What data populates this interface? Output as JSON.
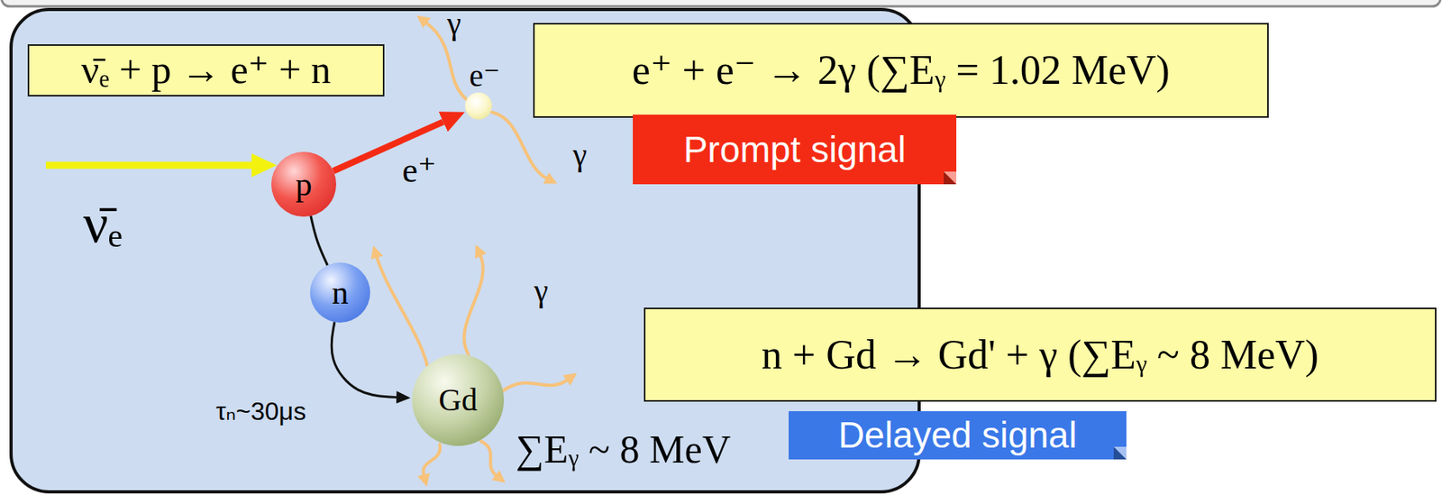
{
  "diagram": {
    "nodes": [
      {
        "text": [
          "ν̄ₑ + p → e⁺ + n"
        ]
      },
      {
        "text": [
          "e⁻"
        ]
      },
      {
        "text": [
          "e⁺ + e⁻ → 2γ (∑Eᵧ = 1.02 MeV)"
        ]
      },
      {
        "text": [
          "Prompt signal"
        ]
      },
      {
        "text": [
          "p"
        ]
      },
      {
        "text": [
          "n"
        ]
      },
      {
        "text": [
          "Gd"
        ]
      },
      {
        "text": [
          "n + Gd → Gd' + γ (∑Eᵧ ~ 8 MeV)"
        ]
      },
      {
        "text": [
          "Delayed signal"
        ]
      }
    ],
    "edges": [
      {
        "from": 4,
        "to": 1,
        "arrow": "to"
      },
      {
        "from": 4,
        "to": 5,
        "arrow": "none"
      },
      {
        "from": 5,
        "to": 6,
        "arrow": "to"
      }
    ],
    "labels": [
      "γ",
      "e⁺",
      "γ",
      "γ",
      "ν̄ₑ",
      "τₙ~30μs",
      "∑Eᵧ ~ 8 MeV"
    ]
  }
}
